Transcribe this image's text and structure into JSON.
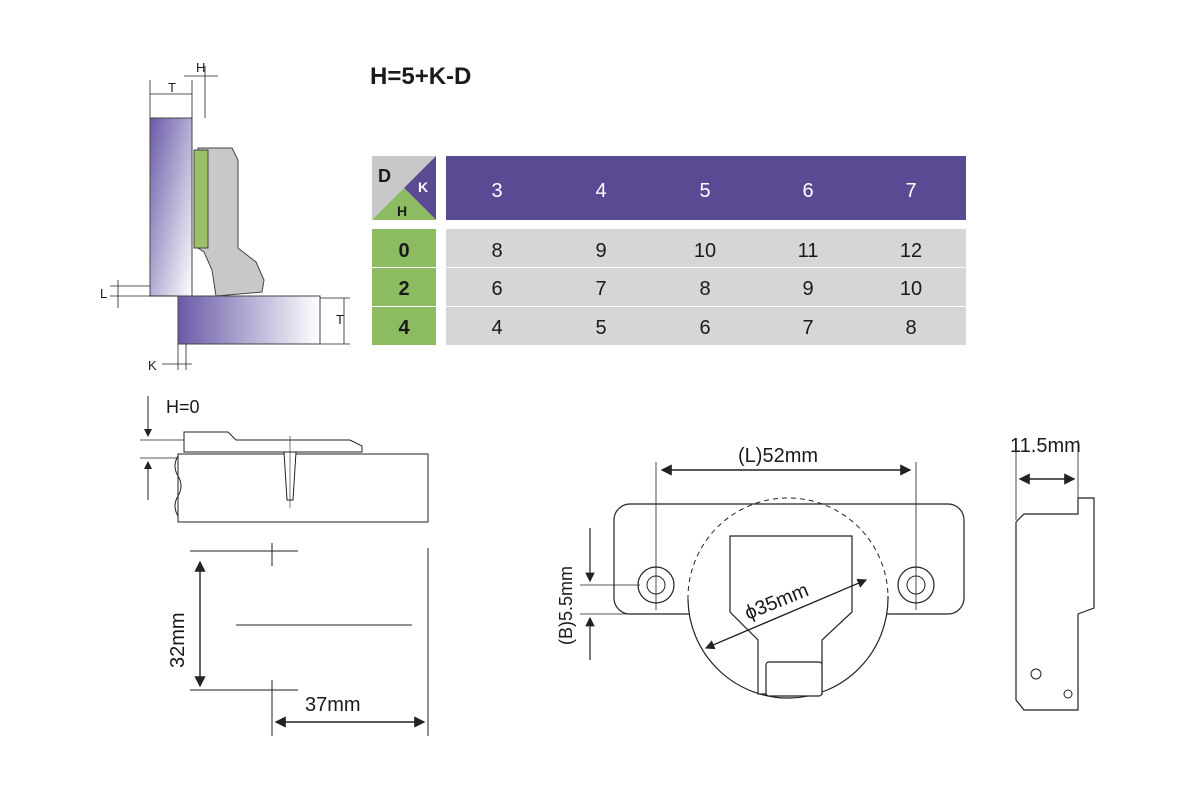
{
  "formula": "H=5+K-D",
  "table": {
    "corner": {
      "d": "D",
      "k": "K",
      "h": "H"
    },
    "k_values": [
      "3",
      "4",
      "5",
      "6",
      "7"
    ],
    "rows": [
      {
        "h": "0",
        "cells": [
          "8",
          "9",
          "10",
          "11",
          "12"
        ]
      },
      {
        "h": "2",
        "cells": [
          "6",
          "7",
          "8",
          "9",
          "10"
        ]
      },
      {
        "h": "4",
        "cells": [
          "4",
          "5",
          "6",
          "7",
          "8"
        ]
      }
    ]
  },
  "side_view": {
    "label_h": "H",
    "label_t_top": "T",
    "label_l": "L",
    "label_t_right": "T",
    "label_k": "K"
  },
  "overlay_view": {
    "label": "H=0"
  },
  "drill_pattern": {
    "vertical": "32mm",
    "horizontal": "37mm"
  },
  "plate_view": {
    "length": "(L)52mm",
    "offset": "(B)5.5mm",
    "cup": "ϕ35mm"
  },
  "profile_view": {
    "depth": "11.5mm"
  },
  "colors": {
    "header": "#5a4a94",
    "row_label": "#8cbb62",
    "cell": "#d6d6d6",
    "corner": "#c8c8c8",
    "line": "#222222"
  }
}
